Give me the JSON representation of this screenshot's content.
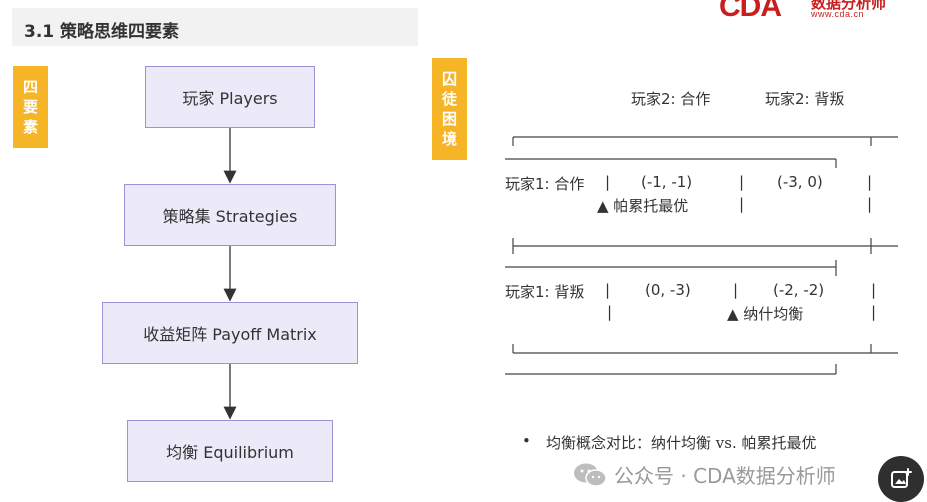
{
  "header": {
    "title": "3.1 策略思维四要素"
  },
  "logo": {
    "mark": "CDA",
    "name": "数据分析师",
    "url": "www.cda.cn"
  },
  "tags": {
    "left": [
      "四",
      "要",
      "素"
    ],
    "right": [
      "囚",
      "徒",
      "困",
      "境"
    ]
  },
  "flow": {
    "boxes": [
      "玩家 Players",
      "策略集 Strategies",
      "收益矩阵 Payoff Matrix",
      "均衡 Equilibrium"
    ]
  },
  "matrix": {
    "col_headers": [
      "玩家2: 合作",
      "玩家2: 背叛"
    ],
    "rows": [
      {
        "label": "玩家1: 合作",
        "cells": [
          "(-1, -1)",
          "(-3, 0)"
        ],
        "note": "▲ 帕累托最优"
      },
      {
        "label": "玩家1: 背叛",
        "cells": [
          "(0, -3)",
          "(-2, -2)"
        ],
        "note": "▲ 纳什均衡"
      }
    ],
    "pipe": "|"
  },
  "bullet": {
    "dot": "•",
    "text": "均衡概念对比：纳什均衡 vs. 帕累托最优"
  },
  "watermark": {
    "text": "公众号 · CDA数据分析师"
  },
  "colors": {
    "accent": "#f6b526",
    "brand": "#c81e1e",
    "box_fill": "#ece9f8",
    "box_border": "#9f91d8"
  }
}
